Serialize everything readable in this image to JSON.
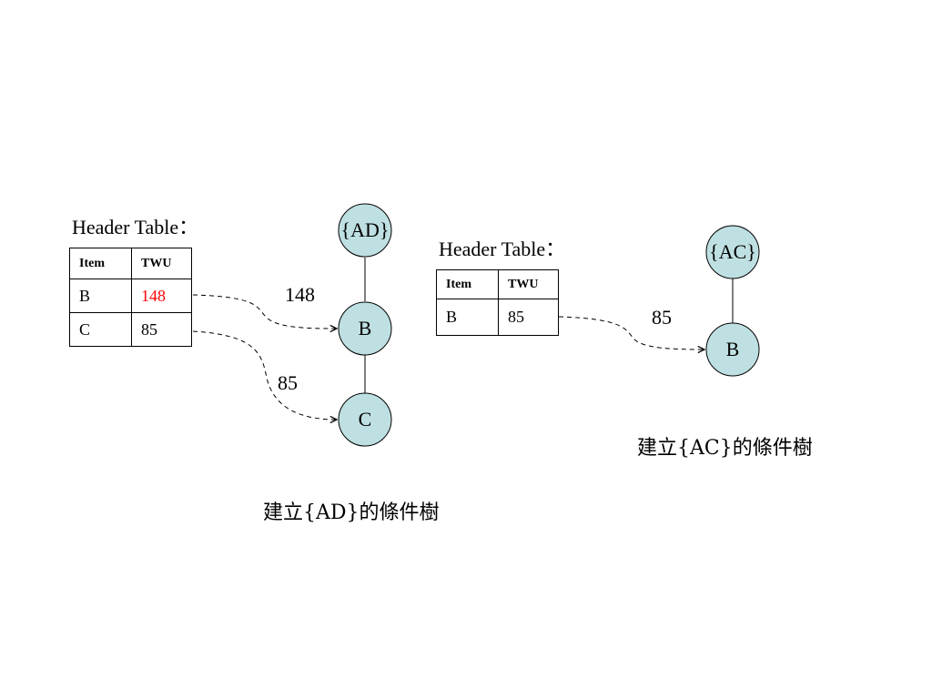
{
  "diagram_ad": {
    "header_title": "Header Table：",
    "table": {
      "columns": [
        "Item",
        "TWU"
      ],
      "rows": [
        {
          "item": "B",
          "twu": "148",
          "highlight": true
        },
        {
          "item": "C",
          "twu": "85",
          "highlight": false
        }
      ]
    },
    "tree": {
      "root": "{AD}",
      "nodes": [
        "B",
        "C"
      ]
    },
    "arrow_labels": [
      "148",
      "85"
    ],
    "caption": "建立{AD}的條件樹"
  },
  "diagram_ac": {
    "header_title": "Header Table：",
    "table": {
      "columns": [
        "Item",
        "TWU"
      ],
      "rows": [
        {
          "item": "B",
          "twu": "85"
        }
      ]
    },
    "tree": {
      "root": "{AC}",
      "nodes": [
        "B"
      ]
    },
    "arrow_labels": [
      "85"
    ],
    "caption": "建立{AC}的條件樹"
  },
  "colors": {
    "node_fill": "#bfe0e2",
    "highlight": "#ff0000"
  }
}
